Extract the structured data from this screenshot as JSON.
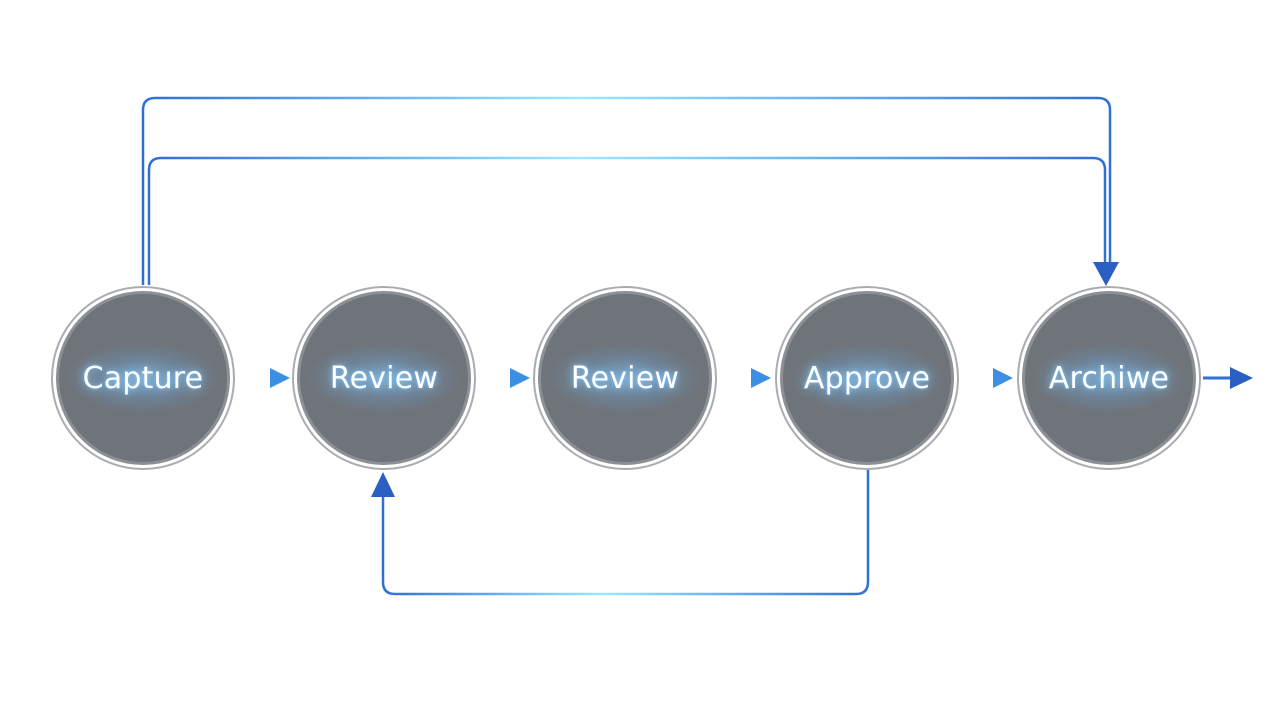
{
  "diagram": {
    "nodes": [
      {
        "id": "capture",
        "label": "Capture"
      },
      {
        "id": "review-1",
        "label": "Review"
      },
      {
        "id": "review-2",
        "label": "Review"
      },
      {
        "id": "approve",
        "label": "Approve"
      },
      {
        "id": "archive",
        "label": "Archiwe"
      }
    ],
    "edges": [
      {
        "from": "capture",
        "to": "review-1",
        "kind": "sequence"
      },
      {
        "from": "review-1",
        "to": "review-2",
        "kind": "sequence"
      },
      {
        "from": "review-2",
        "to": "approve",
        "kind": "sequence"
      },
      {
        "from": "approve",
        "to": "archive",
        "kind": "sequence"
      },
      {
        "from": "archive",
        "to": "outside",
        "kind": "exit"
      },
      {
        "from": "capture",
        "to": "archive",
        "kind": "bypass"
      },
      {
        "from": "capture",
        "to": "archive",
        "kind": "bypass"
      },
      {
        "from": "approve",
        "to": "review-1",
        "kind": "loop-back"
      }
    ],
    "colors": {
      "node_fill": "#6f747a",
      "node_ring": "#a9adb2",
      "label_text": "#ffffff",
      "label_glow": "#7dc6ff",
      "connector_light": "#8fe3ff",
      "connector_blue": "#2b67cf",
      "background": "#ffffff"
    }
  }
}
